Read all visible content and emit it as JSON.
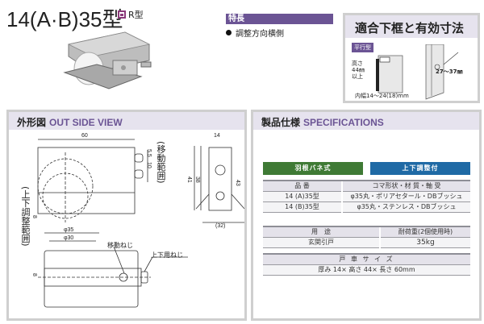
{
  "header": {
    "title": "14(A·B)35型",
    "type_badge": "R型"
  },
  "features": {
    "heading": "特長",
    "items": [
      "調整方向横側"
    ]
  },
  "fit_panel": {
    "title": "適合下框と有効寸法",
    "badge": "平行型",
    "height_note_1": "高さ",
    "height_note_2": "44㎜",
    "height_note_3": "以上",
    "width_note": "内幅14～24(18)mm",
    "range_note": "27～37㎜"
  },
  "outside_view": {
    "title_jp": "外形図",
    "title_en": "OUT SIDE VIEW",
    "dims": {
      "width_60": "60",
      "d_5_5": "5.5",
      "d_10": "10",
      "move_range": "(移動範囲)",
      "width_14": "14",
      "h_41": "41",
      "h_38": "38",
      "h_43": "43",
      "w_32": "(32)",
      "updown_range": "(上下調整範囲)",
      "d_8a": "8",
      "phi35": "φ35",
      "phi30": "φ30",
      "d_8b": "8",
      "move_screw": "移動ねじ",
      "updown_screw": "上下用ねじ"
    }
  },
  "specifications": {
    "title_jp": "製品仕様",
    "title_en": "SPECIFICATIONS",
    "tags": [
      {
        "label": "羽根バネ式",
        "color": "#3f7a35"
      },
      {
        "label": "上下調整付",
        "color": "#1f6aa5"
      }
    ],
    "table1": {
      "headers": [
        "品 番",
        "コマ形状・材 質・軸 受"
      ],
      "rows": [
        [
          "14 (A)35型",
          "φ35丸・ポリアセタール・DBブッシュ"
        ],
        [
          "14 (B)35型",
          "φ35丸・ステンレス・DBブッシュ"
        ]
      ]
    },
    "table2": {
      "headers": [
        "用　途",
        "耐荷重(2個使用時)"
      ],
      "rows": [
        [
          "玄関引戸",
          "35kg"
        ]
      ]
    },
    "table3": {
      "header": "戸 車 サ イ ズ",
      "value": "厚み 14× 高さ 44× 長さ 60mm"
    }
  }
}
